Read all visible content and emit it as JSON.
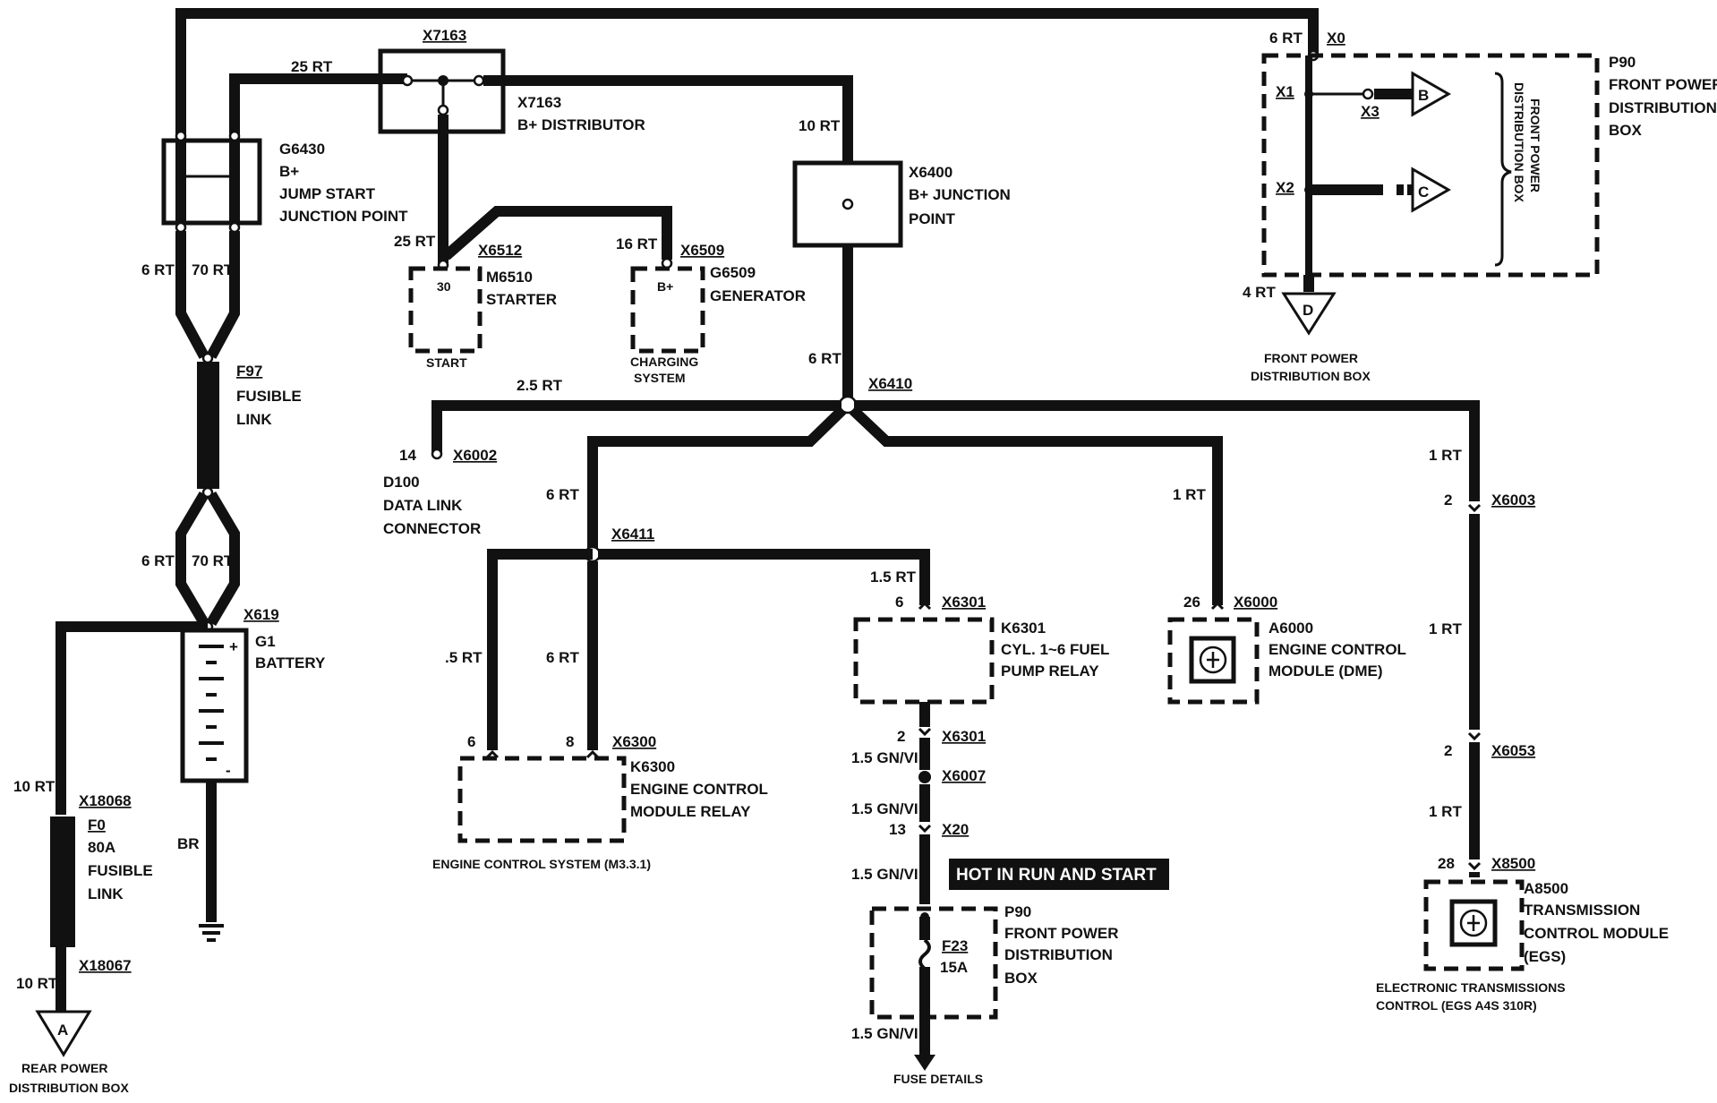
{
  "labels": {
    "x7163_top": "X7163",
    "x7163_side": "X7163",
    "b_distributor": "B+ DISTRIBUTOR",
    "w25rt_top": "25 RT",
    "g6430": "G6430",
    "g6430_bplus": "B+",
    "jump_start": "JUMP START",
    "junction_point": "JUNCTION POINT",
    "w6rt_a": "6 RT",
    "w70rt_a": "70 RT",
    "f97": "F97",
    "fusible_1": "FUSIBLE",
    "link_1": "LINK",
    "w6rt_b": "6 RT",
    "w70rt_b": "70 RT",
    "x619": "X619",
    "g1": "G1",
    "battery": "BATTERY",
    "br": "BR",
    "w10rt_a": "10 RT",
    "x18068": "X18068",
    "f0": "F0",
    "f0_80a": "80A",
    "fusible_2": "FUSIBLE",
    "link_2": "LINK",
    "w10rt_b": "10 RT",
    "x18067": "X18067",
    "conn_a": "A",
    "rear_power_1": "REAR POWER",
    "rear_power_2": "DISTRIBUTION BOX",
    "w25rt_starter": "25 RT",
    "x6512": "X6512",
    "m6510": "M6510",
    "starter": "STARTER",
    "starter_30": "30",
    "start": "START",
    "w16rt": "16 RT",
    "x6509": "X6509",
    "g6509": "G6509",
    "generator": "GENERATOR",
    "gen_bplus": "B+",
    "charging_1": "CHARGING",
    "charging_2": "SYSTEM",
    "w10rt_junction": "10 RT",
    "x6400": "X6400",
    "b_junction": "B+ JUNCTION",
    "point": "POINT",
    "w6rt_c": "6 RT",
    "x6410": "X6410",
    "w25rt_b": "2.5 RT",
    "pin14": "14",
    "x6002": "X6002",
    "d100": "D100",
    "data_link": "DATA LINK",
    "connector": "CONNECTOR",
    "w6rt_d": "6 RT",
    "x6411": "X6411",
    "w05rt": ".5 RT",
    "w6rt_e": "6 RT",
    "pin6_ecm": "6",
    "pin8_ecm": "8",
    "x6300": "X6300",
    "k6300": "K6300",
    "ecm_relay_1": "ENGINE CONTROL",
    "ecm_relay_2": "MODULE RELAY",
    "engine_control_system": "ENGINE CONTROL SYSTEM (M3.3.1)",
    "w15rt": "1.5 RT",
    "pin6_fuel": "6",
    "x6301_top": "X6301",
    "k6301": "K6301",
    "fuel_relay_1": "CYL. 1~6 FUEL",
    "fuel_relay_2": "PUMP RELAY",
    "pin2_fuel": "2",
    "x6301_bot": "X6301",
    "w15gnvi_a": "1.5 GN/VI",
    "x6007": "X6007",
    "w15gnvi_b": "1.5 GN/VI",
    "pin13": "13",
    "x20": "X20",
    "w15gnvi_c": "1.5 GN/VI",
    "hot_in_run": "HOT IN RUN AND START",
    "p90_lower": "P90",
    "fpd_lower_1": "FRONT POWER",
    "fpd_lower_2": "DISTRIBUTION",
    "fpd_lower_3": "BOX",
    "f23": "F23",
    "f23_15a": "15A",
    "w15gnvi_d": "1.5 GN/VI",
    "fuse_details": "FUSE DETAILS",
    "w1rt_a": "1 RT",
    "pin26": "26",
    "x6000": "X6000",
    "a6000": "A6000",
    "dme_1": "ENGINE CONTROL",
    "dme_2": "MODULE (DME)",
    "w1rt_b": "1 RT",
    "pin2_a": "2",
    "x6003": "X6003",
    "w1rt_c": "1 RT",
    "pin2_b": "2",
    "x6053": "X6053",
    "w1rt_d": "1 RT",
    "pin28": "28",
    "x8500": "X8500",
    "a8500": "A8500",
    "egs_1": "TRANSMISSION",
    "egs_2": "CONTROL MODULE",
    "egs_3": "(EGS)",
    "egs_caption_1": "ELECTRONIC TRANSMISSIONS",
    "egs_caption_2": "CONTROL  (EGS A4S 310R)",
    "w6rt_top": "6 RT",
    "x0": "X0",
    "x1": "X1",
    "x3": "X3",
    "x2": "X2",
    "conn_b": "B",
    "conn_c": "C",
    "fpd_side_1": "FRONT POWER",
    "fpd_side_2": "DISTRIBUTION BOX",
    "p90_upper": "P90",
    "fpd_upper_1": "FRONT POWER",
    "fpd_upper_2": "DISTRIBUTION",
    "fpd_upper_3": "BOX",
    "w4rt": "4 RT",
    "conn_d": "D",
    "fpd_bottom_1": "FRONT POWER",
    "fpd_bottom_2": "DISTRIBUTION BOX"
  },
  "colors": {
    "wire": "#111111",
    "background": "#ffffff",
    "banner": "#111111",
    "banner_text": "#ffffff"
  },
  "icons": [
    "ground-symbol",
    "battery-symbol",
    "fuse-symbol",
    "transistor-module-icon",
    "connector-triangle"
  ]
}
